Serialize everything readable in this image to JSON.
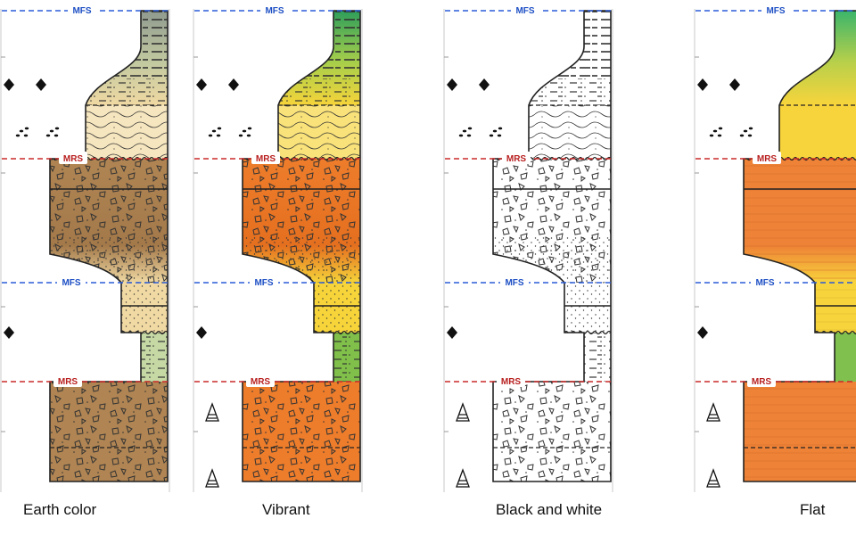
{
  "surface_labels": {
    "mfs": "MFS",
    "mrs": "MRS"
  },
  "columns": [
    {
      "caption": "Earth color",
      "style": "earth",
      "colors": {
        "shale": "#8f9a8f",
        "silt": "#c2c9a0",
        "sand": "#f0d9a3",
        "sand_light": "#f6e6bf",
        "cong": "#b08553",
        "cong_dark": "#a4794a",
        "green": "#c6d9a5"
      },
      "patterns": true
    },
    {
      "caption": "Vibrant",
      "style": "vibrant",
      "colors": {
        "shale": "#2e9e5b",
        "silt": "#a8cf4a",
        "sand": "#f6d43a",
        "sand_light": "#f9e27a",
        "cong": "#ee7d2b",
        "cong_dark": "#e46f1f",
        "green": "#7fbf4a"
      },
      "patterns": true
    },
    {
      "caption": "Black and white",
      "style": "bw",
      "colors": {
        "shale": "#ffffff",
        "silt": "#ffffff",
        "sand": "#ffffff",
        "sand_light": "#ffffff",
        "cong": "#ffffff",
        "cong_dark": "#ffffff",
        "green": "#ffffff"
      },
      "patterns": true
    },
    {
      "caption": "Flat",
      "style": "flat",
      "colors": {
        "shale": "#3ab56b",
        "silt": "#b9d04a",
        "sand": "#f8d43c",
        "sand_light": "#f8d43c",
        "cong": "#ee8236",
        "cong_dark": "#ee8236",
        "green": "#7fc04e"
      },
      "patterns": false
    }
  ],
  "colors": {
    "mfs_line": "#2a5bd7",
    "mrs_line": "#cc2a2a",
    "outline": "#222222",
    "mfs_text": "#1d4fc4",
    "mrs_text": "#b81e1e"
  },
  "symbols": [
    "diamond-symbol",
    "ooid-symbol",
    "trace-fossil-symbol"
  ]
}
